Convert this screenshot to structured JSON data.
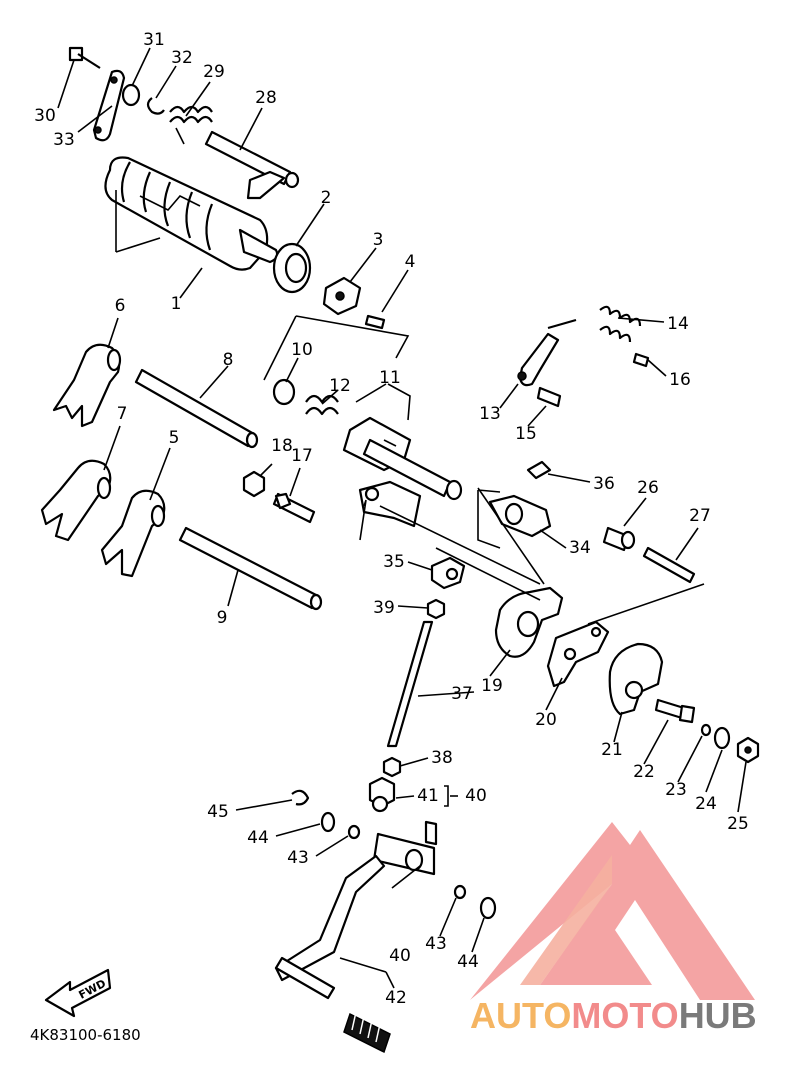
{
  "diagram": {
    "drawing_code": "4K83100-6180",
    "fwd_label": "FWD",
    "watermark": {
      "part1": "AUTO",
      "part2": "MOTO",
      "part3": "HUB",
      "color_light": "#f5b563",
      "color_mid": "#f28b8b",
      "color_dark": "#7a7a7a"
    },
    "labels": {
      "l1": "1",
      "l2": "2",
      "l3": "3",
      "l4": "4",
      "l5": "5",
      "l6": "6",
      "l7": "7",
      "l8": "8",
      "l9": "9",
      "l10": "10",
      "l11": "11",
      "l12": "12",
      "l13": "13",
      "l14": "14",
      "l15": "15",
      "l16": "16",
      "l17": "17",
      "l18": "18",
      "l19": "19",
      "l20": "20",
      "l21": "21",
      "l22": "22",
      "l23": "23",
      "l24": "24",
      "l25": "25",
      "l26": "26",
      "l27": "27",
      "l28": "28",
      "l29": "29",
      "l30": "30",
      "l31": "31",
      "l32": "32",
      "l33": "33",
      "l34": "34",
      "l35": "35",
      "l36": "36",
      "l37": "37",
      "l38": "38",
      "l39": "39",
      "l40a": "40",
      "l40b": "40",
      "l41": "41",
      "l42": "42",
      "l43a": "43",
      "l43b": "43",
      "l44a": "44",
      "l44b": "44",
      "l45": "45"
    }
  }
}
